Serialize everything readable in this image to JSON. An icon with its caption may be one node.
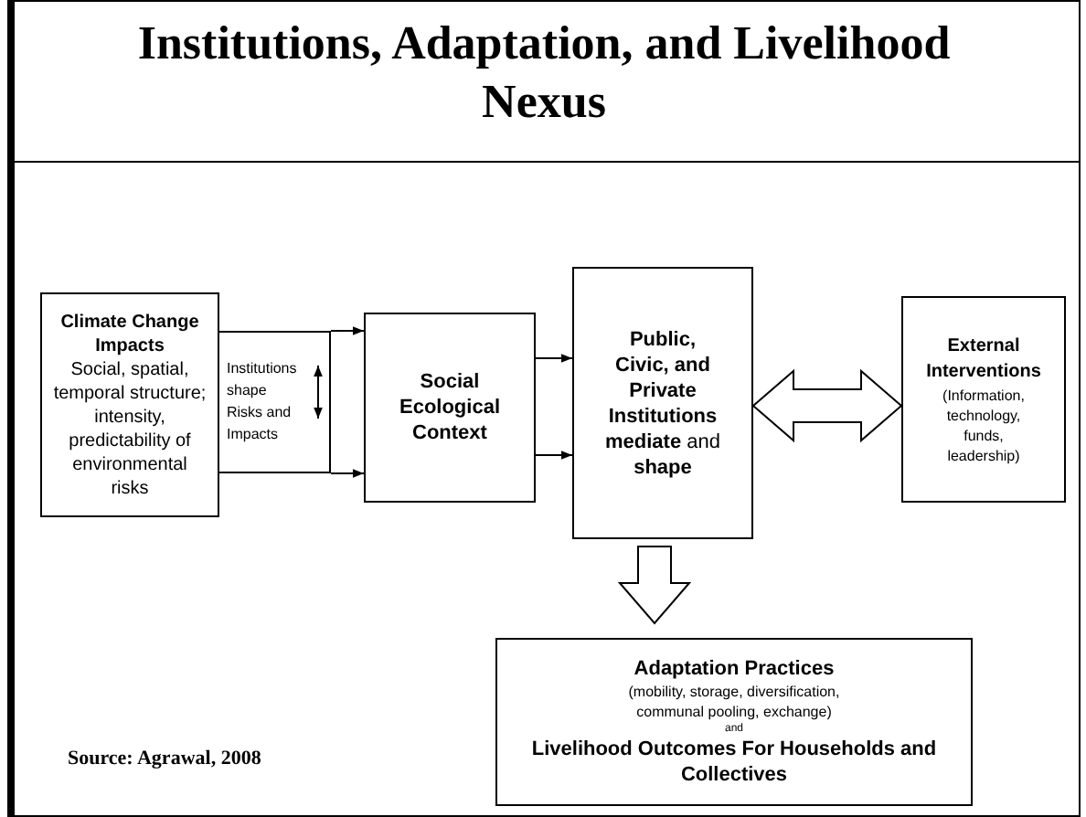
{
  "diagram": {
    "title": "Institutions, Adaptation, and Livelihood Nexus",
    "nodes": [
      {
        "text": [
          "Climate Change Impacts",
          "Social, spatial, temporal structure; intensity, predictability of environmental risks"
        ]
      },
      {
        "text": [
          "Institutions shape Risks and Impacts"
        ]
      },
      {
        "text": [
          "Social Ecological Context"
        ]
      },
      {
        "text": [
          "**Public, Civic, and Private Institutions mediate** and **shape**"
        ]
      },
      {
        "text": [
          "External Interventions",
          "(Information, technology, funds, leadership)"
        ]
      },
      {
        "text": [
          "Adaptation Practices",
          "(mobility, storage, diversification, communal pooling, exchange)",
          "and",
          "Livelihood Outcomes For Households and Collectives"
        ]
      }
    ],
    "edges": [
      {
        "from": 1,
        "to": 2,
        "arrow": "to"
      },
      {
        "from": 1,
        "to": 2,
        "arrow": "to"
      },
      {
        "from": 2,
        "to": 3,
        "arrow": "to"
      },
      {
        "from": 2,
        "to": 3,
        "arrow": "to"
      },
      {
        "from": 3,
        "to": 4,
        "arrow": "both",
        "style": "thick"
      },
      {
        "from": 3,
        "to": 5,
        "arrow": "to",
        "style": "thick"
      }
    ],
    "labels": [
      "Source: Agrawal, 2008"
    ]
  }
}
